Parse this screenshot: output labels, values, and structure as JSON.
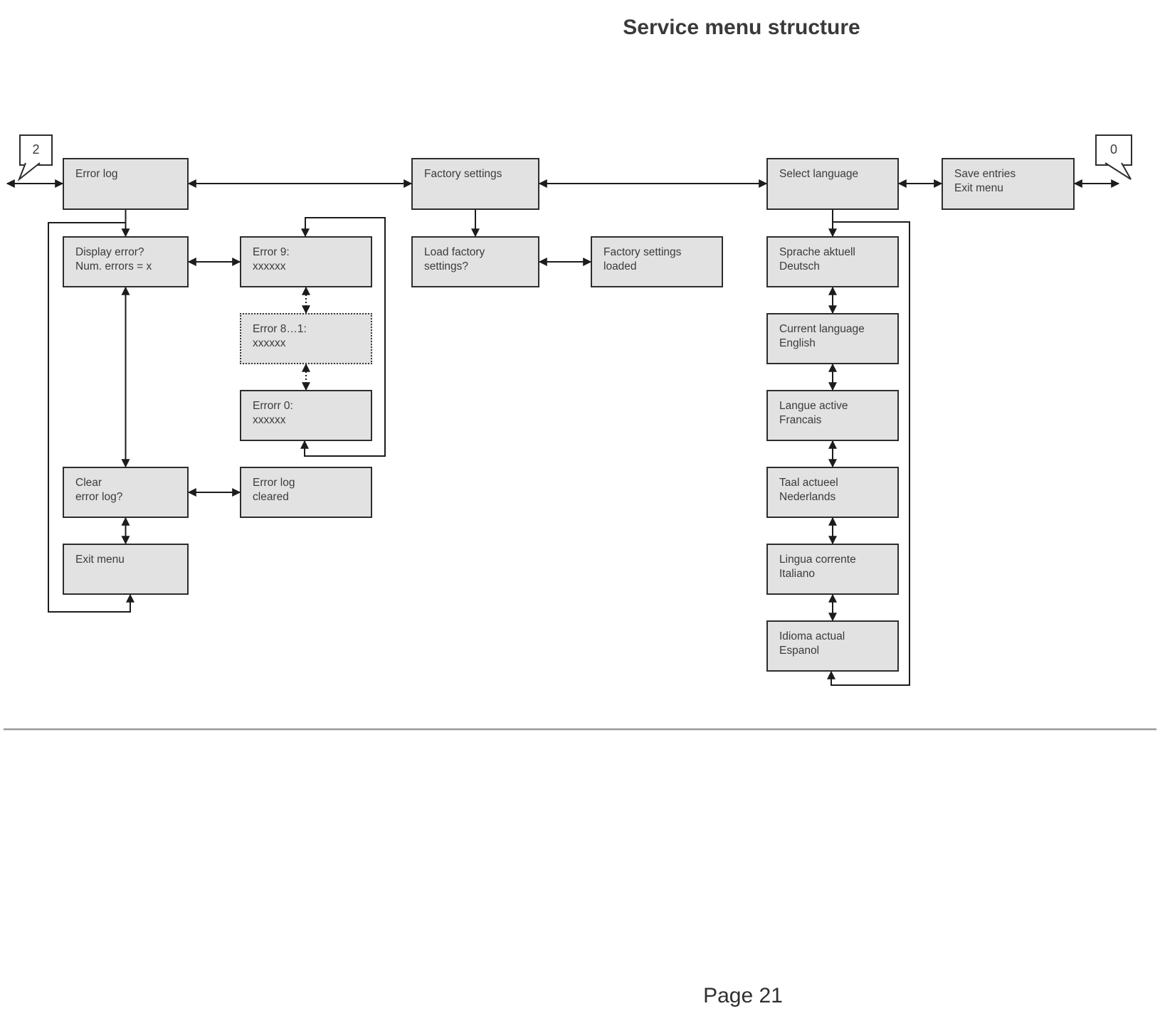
{
  "title": "Service menu structure",
  "footer": "Page 21",
  "markers": {
    "left": "2",
    "right": "0"
  },
  "colors": {
    "box_fill": "#e2e2e2",
    "box_border": "#2d2d2d",
    "line": "#1c1c1c",
    "divider": "#9a9a9a"
  },
  "nodes": {
    "error_log": {
      "line1": "Error log"
    },
    "factory_settings": {
      "line1": "Factory settings"
    },
    "select_language": {
      "line1": "Select language"
    },
    "save_entries": {
      "line1": "Save entries",
      "line2": "Exit menu"
    },
    "display_error": {
      "line1": "Display error?",
      "line2": "Num. errors = x"
    },
    "error_9": {
      "line1": "Error 9:",
      "line2": "xxxxxx"
    },
    "error_8_1": {
      "line1": "Error 8…1:",
      "line2": "xxxxxx"
    },
    "error_0": {
      "line1": "Errorr 0:",
      "line2": "xxxxxx"
    },
    "clear_error_log": {
      "line1": "Clear",
      "line2": "error log?"
    },
    "error_log_cleared": {
      "line1": "Error log",
      "line2": "cleared"
    },
    "exit_menu": {
      "line1": "Exit menu"
    },
    "load_factory": {
      "line1": "Load factory",
      "line2": "settings?"
    },
    "factory_loaded": {
      "line1": "Factory settings",
      "line2": "loaded"
    },
    "lang_de": {
      "line1": "Sprache aktuell",
      "line2": "Deutsch"
    },
    "lang_en": {
      "line1": "Current language",
      "line2": "English"
    },
    "lang_fr": {
      "line1": "Langue active",
      "line2": "Francais"
    },
    "lang_nl": {
      "line1": "Taal actueel",
      "line2": "Nederlands"
    },
    "lang_it": {
      "line1": "Lingua corrente",
      "line2": "Italiano"
    },
    "lang_es": {
      "line1": "Idioma actual",
      "line2": "Espanol"
    }
  }
}
